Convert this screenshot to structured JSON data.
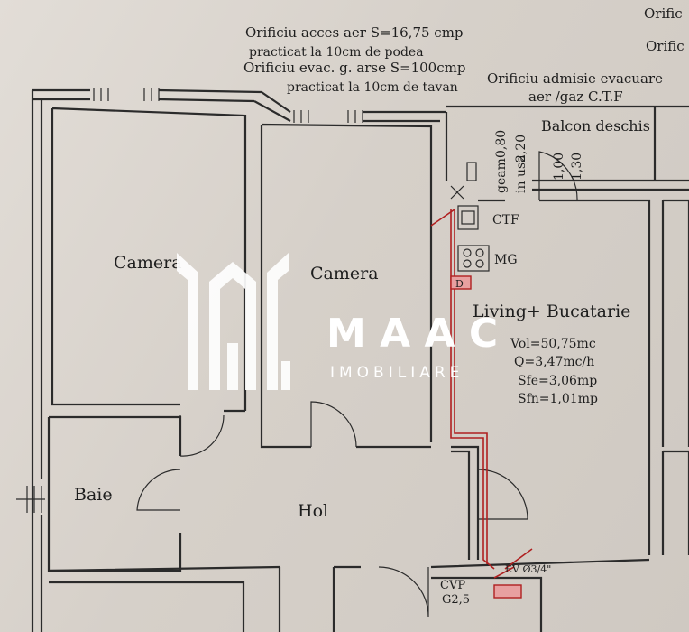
{
  "notes": {
    "air_intake_line1": "Orificiu acces aer S=16,75 cmp",
    "air_intake_line2": "practicat la 10cm de podea",
    "exhaust_line1": "Orificiu evac. g. arse S=100cmp",
    "exhaust_line2": "practicat la 10cm de tavan",
    "admission_line1": "Orificiu admisie evacuare",
    "admission_line2": "aer /gaz C.T.F",
    "top_right_1": "Orific",
    "top_right_2": "Orific"
  },
  "rooms": {
    "camera_left": "Camera",
    "camera_right": "Camera",
    "baie": "Baie",
    "hol": "Hol",
    "living": "Living+ Bucatarie",
    "balcon": "Balcon deschis"
  },
  "living_specs": {
    "vol": "Vol=50,75mc",
    "q": "Q=3,47mc/h",
    "sfe": "Sfe=3,06mp",
    "sfn": "Sfn=1,01mp"
  },
  "dimensions": {
    "d1": "0,80",
    "d2": "2,20",
    "d3": "1,00",
    "d4": "1,30",
    "geam": "geam",
    "in_usa": "in usa"
  },
  "equipment": {
    "ctf": "CTF",
    "mg": "MG",
    "d": "D",
    "cvp": "CVP",
    "g25": "G2,5",
    "ev": "EV Ø3/4\""
  },
  "watermark": {
    "brand": "M A A C",
    "tagline": "IMOBILIARE"
  }
}
